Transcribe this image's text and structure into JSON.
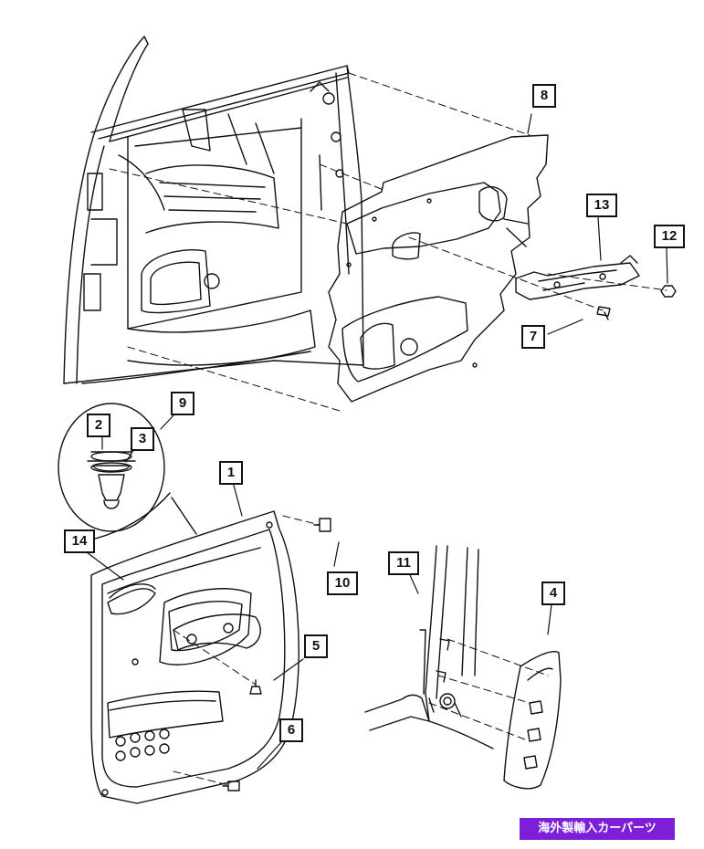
{
  "callouts": {
    "c1": "1",
    "c2": "2",
    "c3": "3",
    "c4": "4",
    "c5": "5",
    "c6": "6",
    "c7": "7",
    "c8": "8",
    "c9": "9",
    "c10": "10",
    "c11": "11",
    "c12": "12",
    "c13": "13",
    "c14": "14"
  },
  "watermark": "海外製輸入カーパーツ",
  "colors": {
    "line": "#111111",
    "badge": "#7d1fd8",
    "background": "#ffffff"
  }
}
